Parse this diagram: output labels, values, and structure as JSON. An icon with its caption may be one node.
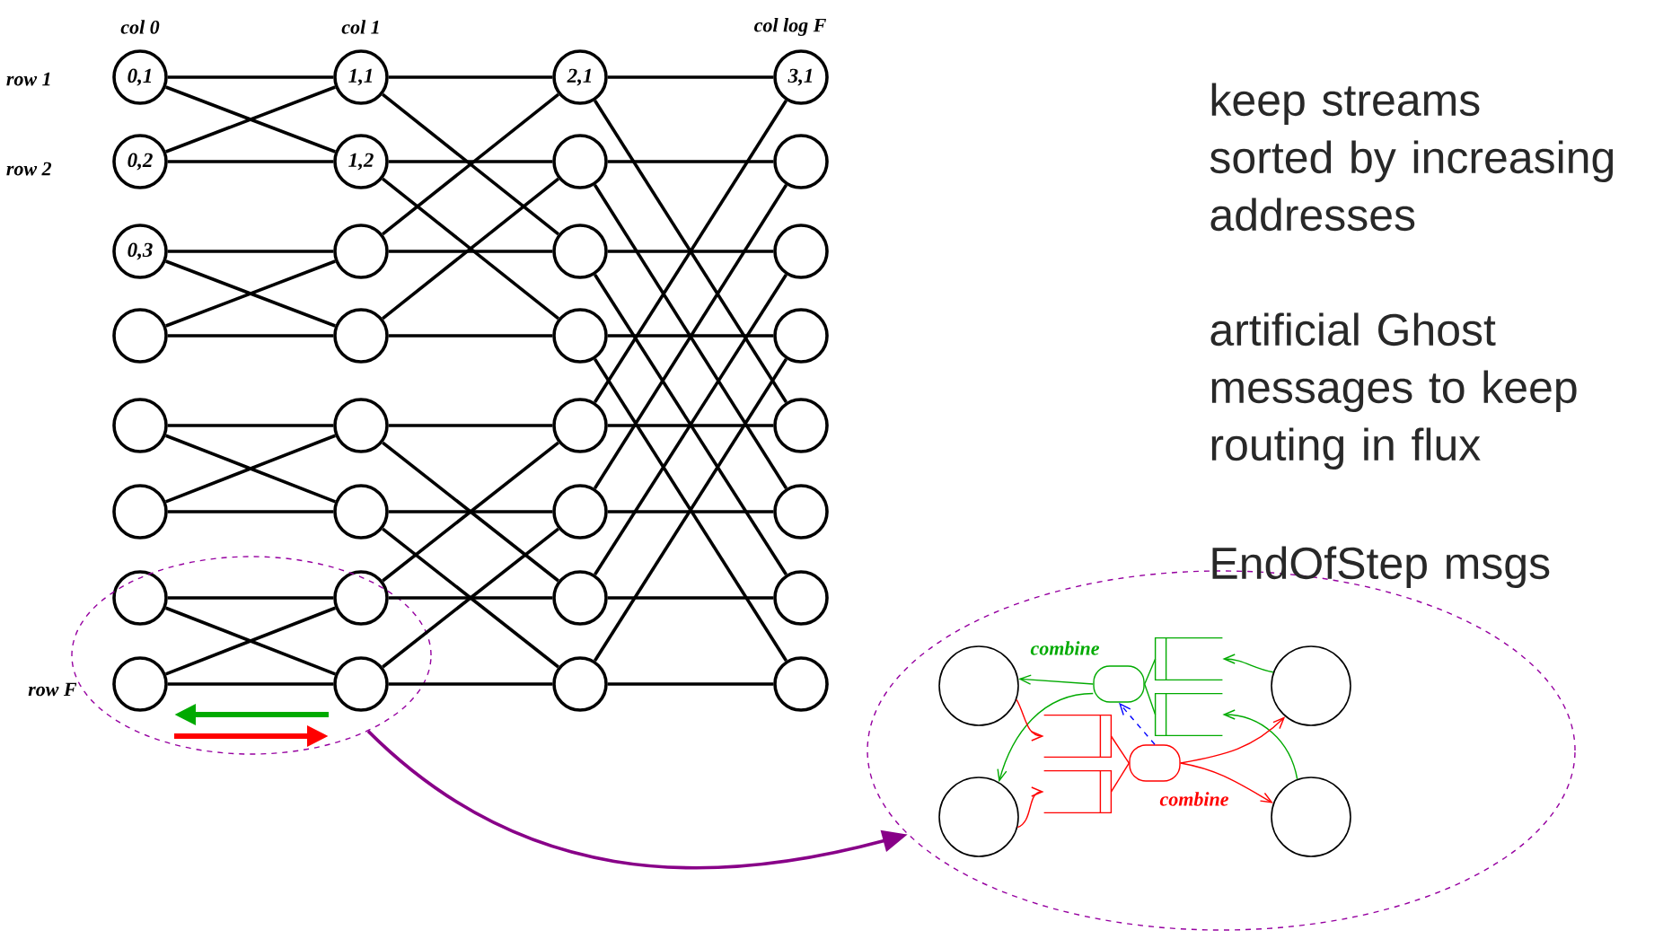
{
  "diagram": {
    "nodes": [
      {
        "text": [
          "0,1"
        ]
      },
      {
        "text": [
          "1,1"
        ]
      },
      {
        "text": [
          "2,1"
        ]
      },
      {
        "text": [
          "3,1"
        ]
      },
      {
        "text": [
          "0,2"
        ]
      },
      {
        "text": [
          "1,2"
        ]
      },
      {
        "text": [],
        "shape": "circle"
      },
      {
        "text": [],
        "shape": "circle"
      },
      {
        "text": [
          "0,3"
        ]
      },
      {
        "text": [],
        "shape": "circle"
      },
      {
        "text": [],
        "shape": "circle"
      },
      {
        "text": [],
        "shape": "circle"
      },
      {
        "text": [],
        "shape": "circle"
      },
      {
        "text": [],
        "shape": "circle"
      },
      {
        "text": [],
        "shape": "circle"
      },
      {
        "text": [],
        "shape": "circle"
      },
      {
        "text": [],
        "shape": "circle"
      },
      {
        "text": [],
        "shape": "circle"
      },
      {
        "text": [],
        "shape": "circle"
      },
      {
        "text": [],
        "shape": "circle"
      },
      {
        "text": [],
        "shape": "circle"
      },
      {
        "text": [],
        "shape": "circle"
      },
      {
        "text": [],
        "shape": "circle"
      },
      {
        "text": [],
        "shape": "circle"
      },
      {
        "text": [],
        "shape": "circle",
        "in": 32
      },
      {
        "text": [],
        "shape": "circle",
        "in": 32
      },
      {
        "text": [],
        "shape": "circle"
      },
      {
        "text": [],
        "shape": "circle"
      },
      {
        "text": [],
        "shape": "circle",
        "in": 32
      },
      {
        "text": [],
        "shape": "circle",
        "in": 32
      },
      {
        "text": [],
        "shape": "circle"
      },
      {
        "text": [],
        "shape": "circle"
      },
      {
        "text": [],
        "shape": "ellipse"
      },
      {
        "text": [],
        "shape": "ellipse"
      },
      {
        "text": [],
        "shape": "circle",
        "in": 33
      },
      {
        "text": [],
        "shape": "circle",
        "in": 33
      },
      {
        "text": [],
        "shape": "oval",
        "beside": [
          "combine"
        ],
        "in": 33
      },
      {
        "text": [],
        "shape": "queue",
        "in": 33
      },
      {
        "text": [],
        "shape": "queue",
        "in": 33
      },
      {
        "text": [],
        "shape": "queue",
        "in": 33
      },
      {
        "text": [],
        "shape": "oval",
        "beside": [
          "combine"
        ],
        "in": 33
      },
      {
        "text": [],
        "shape": "queue",
        "in": 33
      },
      {
        "text": [],
        "shape": "circle",
        "in": 33
      },
      {
        "text": [],
        "shape": "circle",
        "in": 33
      }
    ],
    "edges": [
      {
        "from": 0,
        "to": 1,
        "arrow": "none"
      },
      {
        "from": 0,
        "to": 5,
        "arrow": "none"
      },
      {
        "from": 4,
        "to": 5,
        "arrow": "none"
      },
      {
        "from": 4,
        "to": 1,
        "arrow": "none"
      },
      {
        "from": 8,
        "to": 9,
        "arrow": "none"
      },
      {
        "from": 8,
        "to": 13,
        "arrow": "none"
      },
      {
        "from": 12,
        "to": 13,
        "arrow": "none"
      },
      {
        "from": 12,
        "to": 9,
        "arrow": "none"
      },
      {
        "from": 16,
        "to": 17,
        "arrow": "none"
      },
      {
        "from": 16,
        "to": 21,
        "arrow": "none"
      },
      {
        "from": 20,
        "to": 21,
        "arrow": "none"
      },
      {
        "from": 20,
        "to": 17,
        "arrow": "none"
      },
      {
        "from": 24,
        "to": 25,
        "arrow": "none"
      },
      {
        "from": 24,
        "to": 29,
        "arrow": "none"
      },
      {
        "from": 28,
        "to": 29,
        "arrow": "none"
      },
      {
        "from": 28,
        "to": 25,
        "arrow": "none"
      },
      {
        "from": 1,
        "to": 2,
        "arrow": "none"
      },
      {
        "from": 1,
        "to": 10,
        "arrow": "none"
      },
      {
        "from": 5,
        "to": 6,
        "arrow": "none"
      },
      {
        "from": 5,
        "to": 14,
        "arrow": "none"
      },
      {
        "from": 9,
        "to": 10,
        "arrow": "none"
      },
      {
        "from": 9,
        "to": 2,
        "arrow": "none"
      },
      {
        "from": 13,
        "to": 14,
        "arrow": "none"
      },
      {
        "from": 13,
        "to": 6,
        "arrow": "none"
      },
      {
        "from": 17,
        "to": 18,
        "arrow": "none"
      },
      {
        "from": 17,
        "to": 26,
        "arrow": "none"
      },
      {
        "from": 21,
        "to": 22,
        "arrow": "none"
      },
      {
        "from": 21,
        "to": 30,
        "arrow": "none"
      },
      {
        "from": 25,
        "to": 26,
        "arrow": "none"
      },
      {
        "from": 25,
        "to": 18,
        "arrow": "none"
      },
      {
        "from": 29,
        "to": 30,
        "arrow": "none"
      },
      {
        "from": 29,
        "to": 22,
        "arrow": "none"
      },
      {
        "from": 2,
        "to": 3,
        "arrow": "none"
      },
      {
        "from": 2,
        "to": 19,
        "arrow": "none"
      },
      {
        "from": 6,
        "to": 7,
        "arrow": "none"
      },
      {
        "from": 6,
        "to": 23,
        "arrow": "none"
      },
      {
        "from": 10,
        "to": 11,
        "arrow": "none"
      },
      {
        "from": 10,
        "to": 27,
        "arrow": "none"
      },
      {
        "from": 14,
        "to": 15,
        "arrow": "none"
      },
      {
        "from": 14,
        "to": 31,
        "arrow": "none"
      },
      {
        "from": 18,
        "to": 19,
        "arrow": "none"
      },
      {
        "from": 18,
        "to": 3,
        "arrow": "none"
      },
      {
        "from": 22,
        "to": 23,
        "arrow": "none"
      },
      {
        "from": 22,
        "to": 7,
        "arrow": "none"
      },
      {
        "from": 26,
        "to": 27,
        "arrow": "none"
      },
      {
        "from": 26,
        "to": 11,
        "arrow": "none"
      },
      {
        "from": 30,
        "to": 31,
        "arrow": "none"
      },
      {
        "from": 30,
        "to": 15,
        "arrow": "none"
      },
      {
        "from": 32,
        "to": 33,
        "arrow": "to",
        "color": "#880088"
      },
      {
        "from": 35,
        "to": 37,
        "arrow": "to",
        "color": "#00aa00"
      },
      {
        "from": 43,
        "to": 38,
        "arrow": "to",
        "color": "#00aa00"
      },
      {
        "from": 37,
        "to": 36,
        "arrow": "none",
        "color": "#00aa00"
      },
      {
        "from": 38,
        "to": 36,
        "arrow": "none",
        "color": "#00aa00"
      },
      {
        "from": 36,
        "to": 34,
        "arrow": "to",
        "color": "#00aa00"
      },
      {
        "from": 36,
        "to": 42,
        "arrow": "to",
        "color": "#00aa00"
      },
      {
        "from": 34,
        "to": 39,
        "arrow": "to",
        "color": "#ff0000"
      },
      {
        "from": 42,
        "to": 41,
        "arrow": "to",
        "color": "#ff0000"
      },
      {
        "from": 39,
        "to": 40,
        "arrow": "none",
        "color": "#ff0000"
      },
      {
        "from": 41,
        "to": 40,
        "arrow": "none",
        "color": "#ff0000"
      },
      {
        "from": 40,
        "to": 35,
        "arrow": "to",
        "color": "#ff0000"
      },
      {
        "from": 40,
        "to": 43,
        "arrow": "to",
        "color": "#ff0000"
      },
      {
        "from": 40,
        "to": 36,
        "arrow": "to",
        "style": "dashed",
        "color": "#0000ff"
      }
    ],
    "labels": [
      "col 0",
      "col 1",
      "col log F",
      "row 1",
      "row 2",
      "row F",
      "keep streams sorted by increasing addresses",
      "artificial Ghost messages to keep routing in flux",
      "EndOfStep msgs"
    ]
  }
}
